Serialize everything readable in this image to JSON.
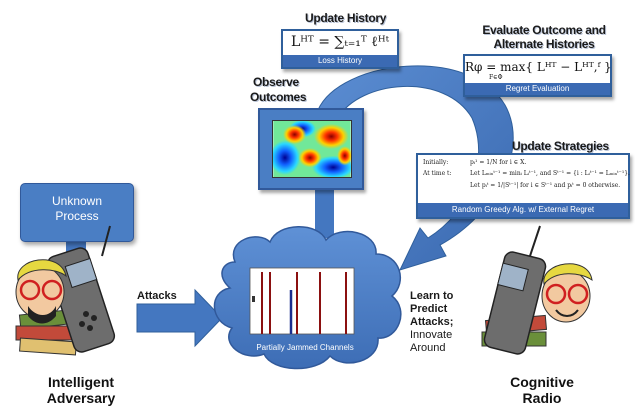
{
  "update_history": {
    "heading": "Update History",
    "formula": "Lᴴᵀ = ∑ₜ₌₁ᵀ ℓᴴᵗ",
    "caption": "Loss History"
  },
  "evaluate_outcome": {
    "heading_line1": "Evaluate Outcome and",
    "heading_line2": "Alternate Histories",
    "formula": "Rφ = max{ Lᴴᵀ − Lᴴᵀ,ᶠ }",
    "formula_sub": "F∈Φ",
    "caption": "Regret Evaluation"
  },
  "observe": {
    "heading_line1": "Observe",
    "heading_line2": "Outcomes"
  },
  "update_strategies": {
    "heading": "Update Strategies",
    "line1_label": "Initially:",
    "line1_text": "pᵢ¹ = 1/N for i ∈ X.",
    "line2_label": "At time t:",
    "line2_text": "Let Lₘᵢₙᵗ⁻¹ = minᵢ Lᵢᵗ⁻¹, and Sᵗ⁻¹ = {i : Lᵢᵗ⁻¹ = Lₘᵢₙᵗ⁻¹}.",
    "line3_text": "Let pᵢᵗ = 1/|Sᵗ⁻¹| for i ∈ Sᵗ⁻¹ and pᵢᵗ = 0 otherwise.",
    "caption": "Random Greedy Alg. w/ External Regret"
  },
  "unknown_process": {
    "line1": "Unknown",
    "line2": "Process"
  },
  "attacks_label": "Attacks",
  "cloud_caption": "Partially Jammed Channels",
  "learn": {
    "line1": "Learn to",
    "line2": "Predict",
    "line3": "Attacks;",
    "line4": "Innovate",
    "line5": "Around"
  },
  "adversary": {
    "line1": "Intelligent",
    "line2": "Adversary"
  },
  "radio": {
    "line1": "Cognitive",
    "line2": "Radio"
  },
  "colors": {
    "arrow_blue": "#4477c0",
    "panel_border": "#2f5f9b",
    "caption_blue": "#3b6ab3",
    "cloud_blue": "#4a7ec4"
  }
}
